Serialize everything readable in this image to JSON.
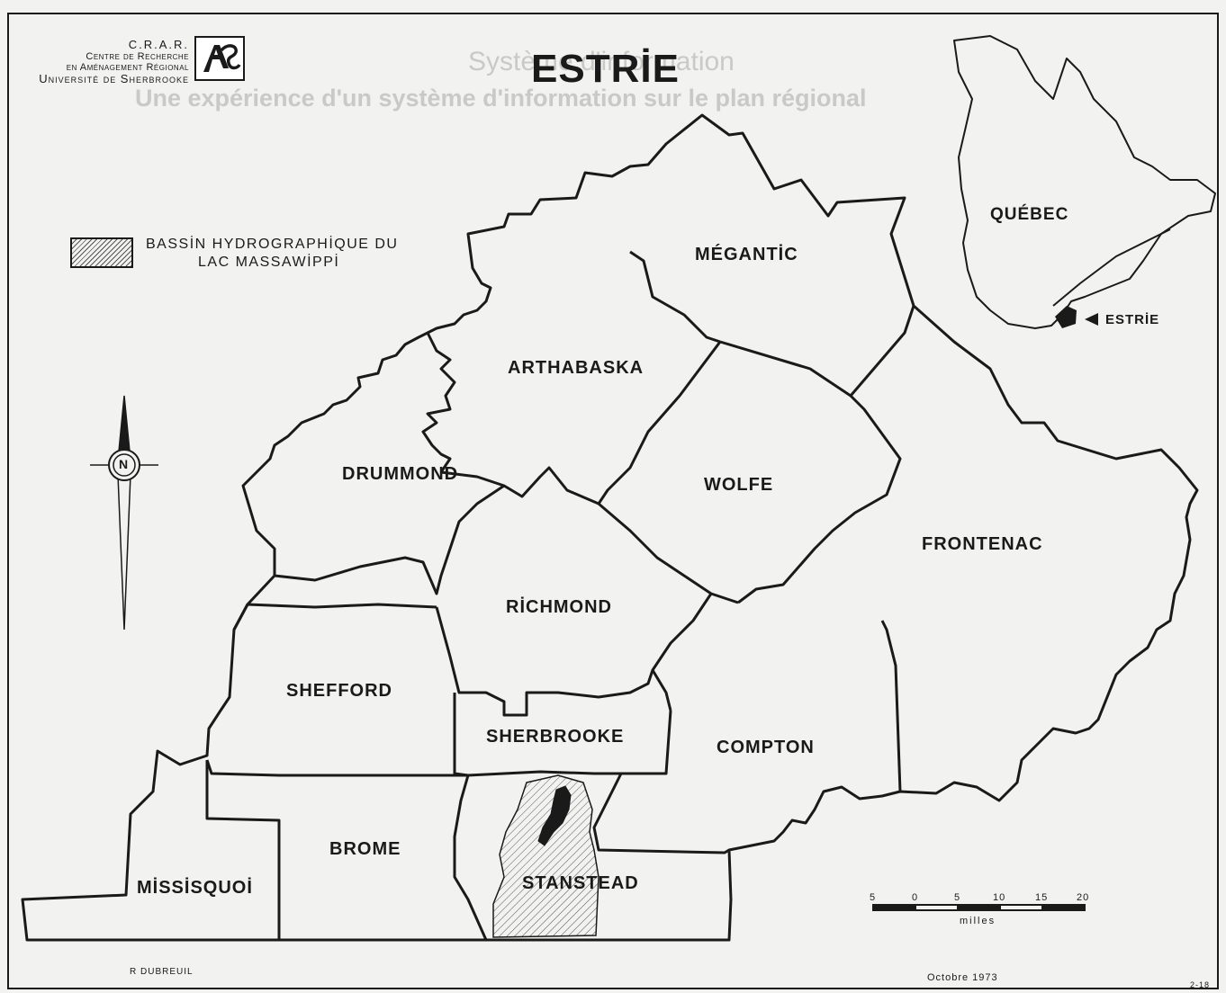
{
  "header": {
    "institution_acronym": "C.R.A.R.",
    "institution_line1": "Centre de Recherche",
    "institution_line2": "en Aménagement Régional",
    "institution_line3": "Université de Sherbrooke",
    "title": "ESTRİE"
  },
  "legend": {
    "line1": "BASSİN  HYDROGRAPHİQUE  DU",
    "line2": "LAC  MASSAWİPPİ"
  },
  "regions": [
    "MÉGANTİC",
    "ARTHABASKA",
    "DRUMMOND",
    "WOLFE",
    "FRONTENAC",
    "RİCHMOND",
    "SHEFFORD",
    "SHERBROOKE",
    "COMPTON",
    "BROME",
    "MİSSİSQUOİ",
    "STANSTEAD"
  ],
  "inset": {
    "province_label": "QUÉBEC",
    "pointer_label": "ESTRİE"
  },
  "north_arrow": {
    "letter": "N"
  },
  "scale": {
    "ticks": [
      "5",
      "0",
      "5",
      "10",
      "15",
      "20"
    ],
    "unit": "milles"
  },
  "footer": {
    "author": "R DUBREUIL",
    "date": "Octobre  1973",
    "figure_number": "2-18"
  },
  "bleed_through": {
    "heading1": "Système d'information",
    "heading2": "Une expérience d'un système d'information sur le plan régional"
  },
  "colors": {
    "line": "#1a1a1a",
    "paper": "#f2f2f0",
    "bleed": "#c9c9c6"
  }
}
